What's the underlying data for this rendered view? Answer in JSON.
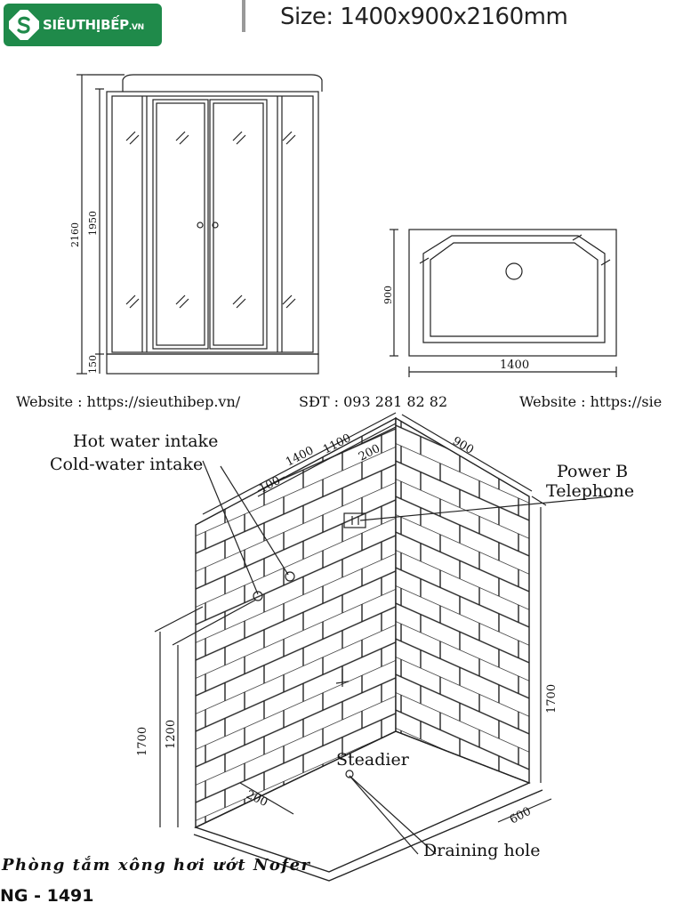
{
  "header": {
    "logo_text": "SIÊUTHỊBẾP",
    "logo_suffix": ".VN",
    "size_title": "Size: 1400x900x2160mm"
  },
  "front_view": {
    "dim_total_height": "2160",
    "dim_door_height": "1950",
    "dim_base_height": "150"
  },
  "top_view": {
    "dim_depth": "900",
    "dim_width": "1400"
  },
  "contact": {
    "website_1": "Website : https://sieuthibep.vn/",
    "phone": "SĐT : 093 281 82 82",
    "website_2": "Website : https://sie"
  },
  "installation": {
    "label_hot_water": "Hot water intake",
    "label_cold_water": "Cold-water intake",
    "label_power": "Power B",
    "label_telephone": "Telephone",
    "label_steadier": "Steadier",
    "label_draining": "Draining hole",
    "dim_1400": "1400",
    "dim_1100": "1100",
    "dim_200_top": "200",
    "dim_100": "100",
    "dim_900": "900",
    "dim_1700_left": "1700",
    "dim_1200": "1200",
    "dim_1700_right": "1700",
    "dim_200_bottom": "200",
    "dim_600": "600"
  },
  "footer": {
    "product_title": "Phòng tắm xông hơi ướt Nofer",
    "product_code": "NG - 1491"
  },
  "colors": {
    "brand_green": "#1f8a4a",
    "line": "#222222"
  }
}
